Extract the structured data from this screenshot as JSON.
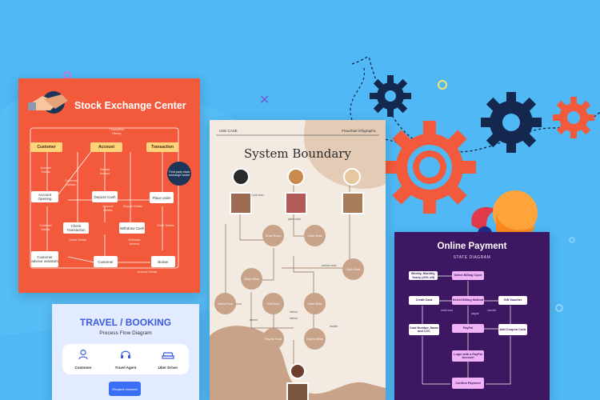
{
  "stock": {
    "title": "Stock Exchange Center",
    "nodes": {
      "customer": "Customer",
      "account": "Account",
      "transaction": "Transaction",
      "account_opening": "Account Opening",
      "deposit_cash": "Deposit Cash",
      "third_party": "Third party stock exchange center",
      "place_order": "Place order",
      "check_transaction": "Check Transaction",
      "withdraw_cash": "Withdraw Cash",
      "customer_advisor": "Customer advisor assistant",
      "customer2": "Customer",
      "broker": "Broker"
    },
    "labels": [
      "Transaction History",
      "Account Details",
      "Customer Details",
      "Deposit Amount",
      "Account Details",
      "Check Details",
      "Withdraw Amount",
      "Customer Details",
      "Order Details",
      "Deposit Details",
      "Account Details"
    ]
  },
  "system": {
    "header_left": "USE CASE",
    "header_right": "Flowchart infographic",
    "title": "System Boundary",
    "circles": [
      "Order Room",
      "Order Wine",
      "Cook Food",
      "Serve Wine",
      "Serve Food",
      "Eat Food",
      "Order Wine",
      "Pay for Food",
      "Pay for Wine"
    ],
    "labels": [
      "Cook order",
      "place order",
      "confirm order",
      "extend",
      "extend",
      "extend",
      "include"
    ]
  },
  "payment": {
    "title": "Online Payment",
    "subtitle": "STATE DIAGRAM",
    "nodes": {
      "monthly_fee": "Weekly, Monthly, Yearly (20% off)",
      "select_billing_cycle": "Select Billing Cycle",
      "credit_card": "Credit Card",
      "select_billing_method": "Select Billing Method",
      "gift_voucher": "Gift Voucher",
      "card_number": "Card Number, Name and CVC",
      "paypal": "PayPal",
      "add_coupon": "Add Coupon Code",
      "login_paypal": "Login with a PayPal Account",
      "confirm_payment": "Confirm Payment"
    },
    "labels": [
      "credit card",
      "paypal",
      "voucher"
    ]
  },
  "travel": {
    "title": "TRAVEL / BOOKING",
    "subtitle": "Process Flow Diagram",
    "items": [
      {
        "label": "Customer",
        "icon": "person-icon"
      },
      {
        "label": "Travel Agent",
        "icon": "headset-icon"
      },
      {
        "label": "Uber Driver",
        "icon": "car-icon"
      }
    ],
    "button": "Request received"
  },
  "colors": {
    "background": "#4fb8f5",
    "stock_card": "#f25a3b",
    "system_card": "#f3ebe1",
    "payment_card": "#3d1761",
    "travel_card": "#e2ebff",
    "gear_navy": "#14284f",
    "gear_orange": "#f25a3b"
  }
}
